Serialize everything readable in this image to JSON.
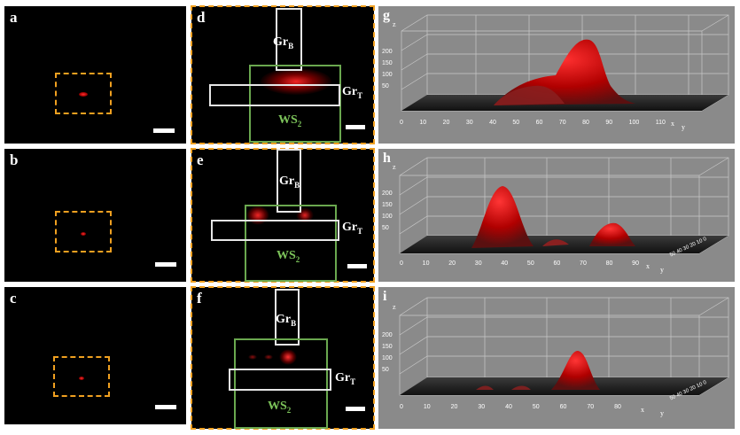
{
  "panels": {
    "a": {
      "label": "a"
    },
    "b": {
      "label": "b"
    },
    "c": {
      "label": "c"
    },
    "d": {
      "label": "d",
      "gr_b": "Gr",
      "gr_b_sub": "B",
      "gr_t": "Gr",
      "gr_t_sub": "T",
      "ws": "WS",
      "ws_sub": "2"
    },
    "e": {
      "label": "e",
      "gr_b": "Gr",
      "gr_b_sub": "B",
      "gr_t": "Gr",
      "gr_t_sub": "T",
      "ws": "WS",
      "ws_sub": "2"
    },
    "f": {
      "label": "f",
      "gr_b": "Gr",
      "gr_b_sub": "B",
      "gr_t": "Gr",
      "gr_t_sub": "T",
      "ws": "WS",
      "ws_sub": "2"
    },
    "g": {
      "label": "g",
      "axis_z": "z",
      "axis_x": "x",
      "axis_y": "y",
      "z_ticks": [
        "200",
        "150",
        "100",
        "50"
      ],
      "x_ticks": [
        "0",
        "10",
        "20",
        "30",
        "40",
        "50",
        "60",
        "70",
        "80",
        "90",
        "100",
        "110"
      ]
    },
    "h": {
      "label": "h",
      "axis_z": "z",
      "axis_x": "x",
      "axis_y": "y",
      "z_ticks": [
        "200",
        "150",
        "100",
        "50"
      ],
      "x_ticks": [
        "0",
        "10",
        "20",
        "30",
        "40",
        "50",
        "60",
        "70",
        "80",
        "90"
      ],
      "y_ticks": "50 40 30 20 10 0"
    },
    "i": {
      "label": "i",
      "axis_z": "z",
      "axis_x": "x",
      "axis_y": "y",
      "z_ticks": [
        "200",
        "150",
        "100",
        "50"
      ],
      "x_ticks": [
        "0",
        "10",
        "20",
        "30",
        "40",
        "50",
        "60",
        "70",
        "80"
      ],
      "y_ticks": "50 40 30 20 10 0"
    }
  },
  "colors": {
    "frame_dash": "#f0a020",
    "ws2_outline": "#6aa84f",
    "gr_outline": "#e6e6e6",
    "emission": "#ff2020",
    "plot_bg": "#8a8a8a"
  }
}
